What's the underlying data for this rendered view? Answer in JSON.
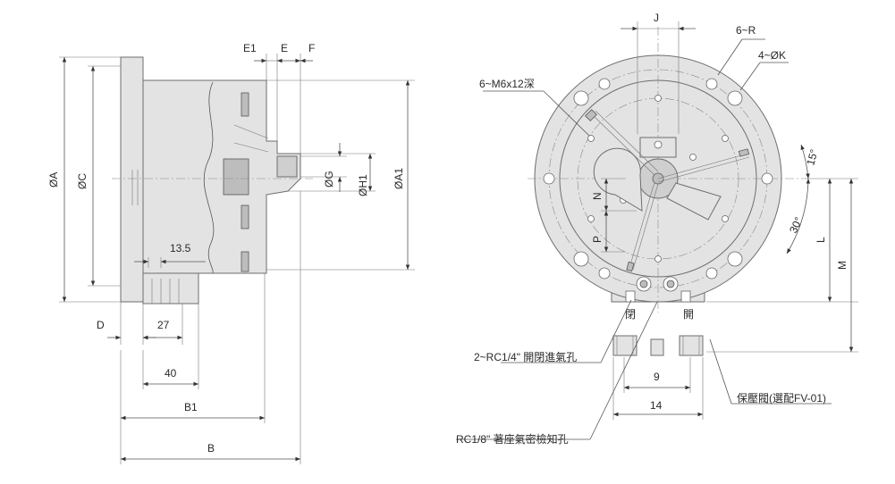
{
  "labels": {
    "e1": "E1",
    "e": "E",
    "f": "F",
    "oa": "ØA",
    "oc": "ØC",
    "og": "ØG",
    "oh1": "ØH1",
    "oa1": "ØA1",
    "d13_5": "13.5",
    "d": "D",
    "d27": "27",
    "d40": "40",
    "b1": "B1",
    "b": "B",
    "j": "J",
    "r6": "6~R",
    "k4": "4~ØK",
    "m6": "6~M6x12深",
    "a15": "15°",
    "a30": "30°",
    "n": "N",
    "p": "P",
    "l": "L",
    "m": "M",
    "close": "閉",
    "open": "開",
    "rc14": "2~RC1/4\" 開閉進氣孔",
    "d9": "9",
    "d14": "14",
    "valve": "保壓閥(選配FV-01)",
    "rc18": "RC1/8\" 著座氣密檢知孔"
  }
}
